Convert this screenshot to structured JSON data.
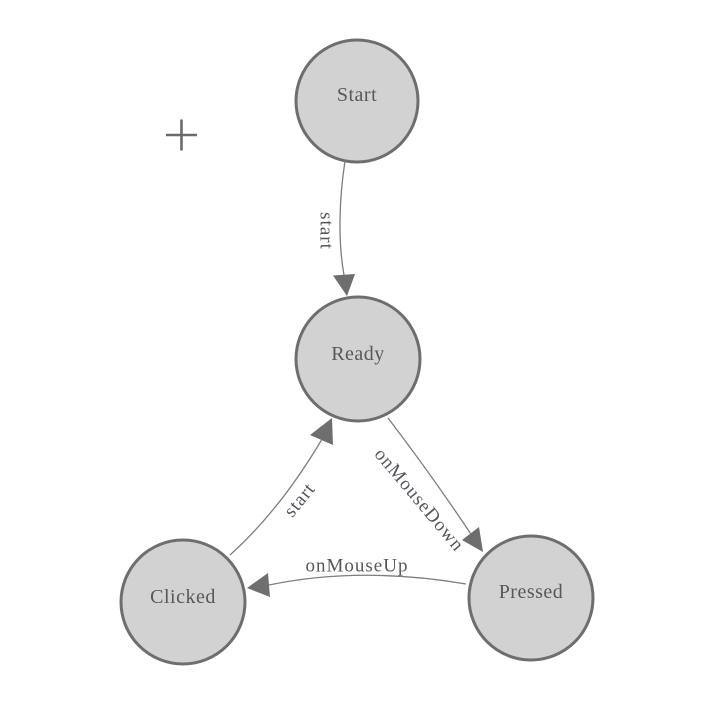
{
  "diagram": {
    "type": "state-machine",
    "nodes": [
      {
        "id": "start",
        "label": "Start"
      },
      {
        "id": "ready",
        "label": "Ready"
      },
      {
        "id": "clicked",
        "label": "Clicked"
      },
      {
        "id": "pressed",
        "label": "Pressed"
      }
    ],
    "edges": [
      {
        "from": "Start",
        "to": "Ready",
        "label": "start"
      },
      {
        "from": "Clicked",
        "to": "Ready",
        "label": "start"
      },
      {
        "from": "Ready",
        "to": "Pressed",
        "label": "onMouseDown"
      },
      {
        "from": "Pressed",
        "to": "Clicked",
        "label": "onMouseUp"
      }
    ]
  },
  "icons": {
    "plus": "+"
  },
  "colors": {
    "background": "#ffffff",
    "node_fill": "#d2d2d2",
    "node_stroke": "#6e6e6e",
    "edge_stroke": "#7e7e7e",
    "arrow_fill": "#6e6e6e",
    "node_text": "#55585c",
    "edge_text": "#53565c",
    "plus": "#6a6a6a"
  }
}
